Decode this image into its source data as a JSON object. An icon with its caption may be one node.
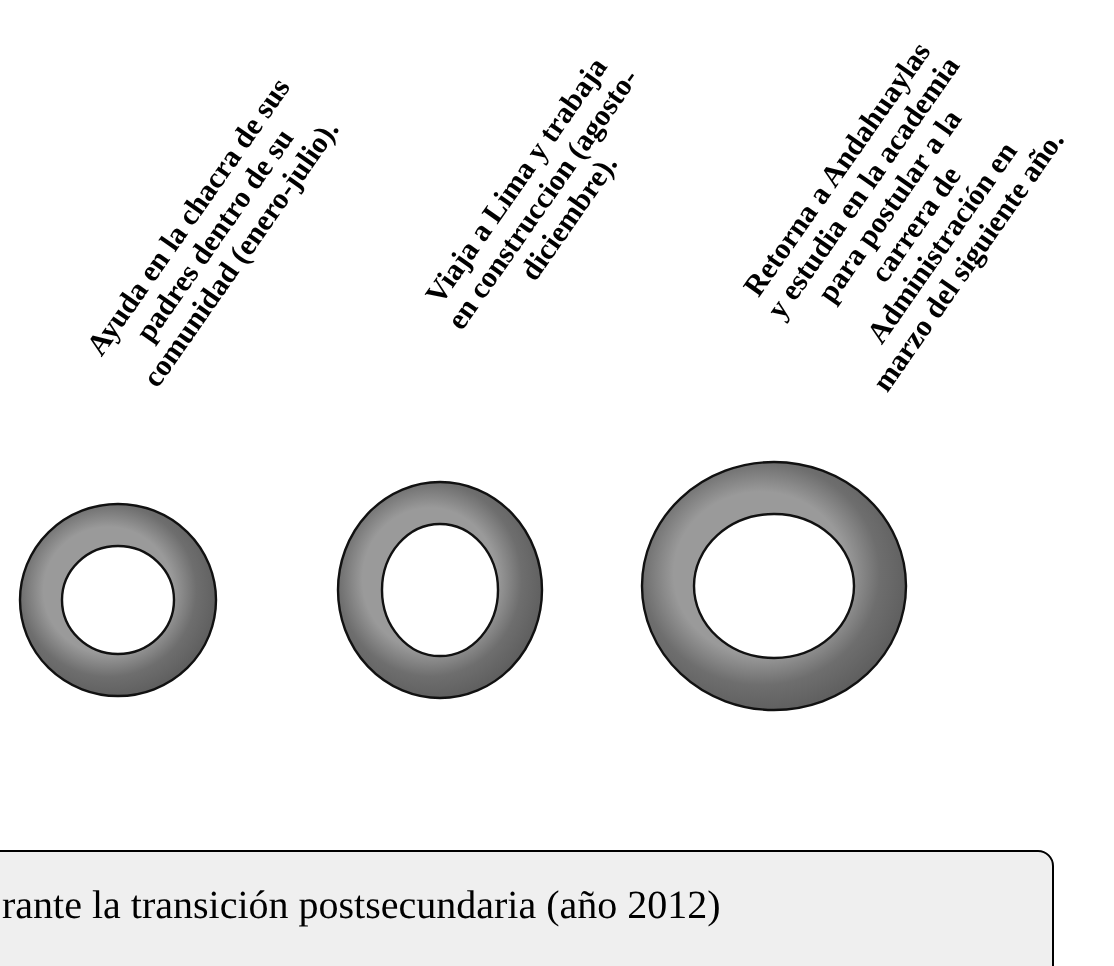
{
  "diagram": {
    "nodes": [
      {
        "text": [
          "rante la transición postsecundaria (año 2012)"
        ]
      }
    ],
    "labels": [
      "Ayuda en la chacra de sus padres dentro de su comunidad (enero-julio).",
      "Viaja a Lima y trabaja en construccion (agosto-diciembre).",
      "Retorna a Andahuaylas y estudia  en la academia para postular a la carrera de Administración en marzo del siguiente año."
    ]
  }
}
